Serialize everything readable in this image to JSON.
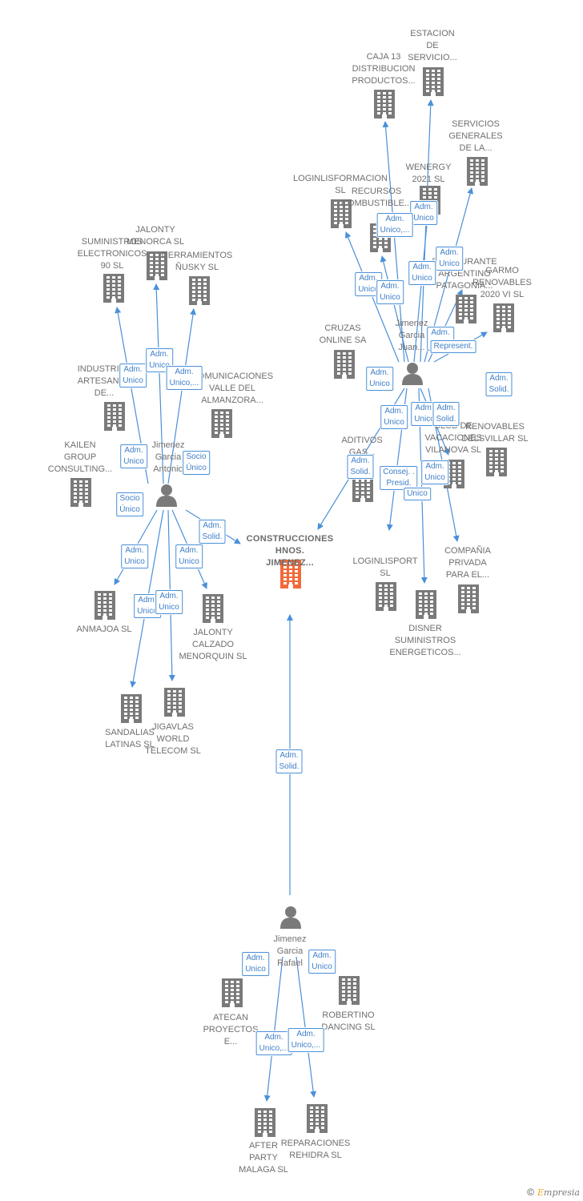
{
  "nodes": [
    {
      "id": "focus",
      "type": "company",
      "focus": true,
      "label": "CONSTRUCCIONES\nHNOS.\nJIMENEZ..."
    },
    {
      "id": "p_antonio",
      "type": "person",
      "label": "Jimenez\nGarcia\nAntonio"
    },
    {
      "id": "p_juan",
      "type": "person",
      "label": "Jimenez\nGarcia\nJuan..."
    },
    {
      "id": "p_rafael",
      "type": "person",
      "label": "Jimenez\nGarcia\nRafael"
    },
    {
      "id": "c_suministros",
      "type": "company",
      "label": "SUMINISTROS\nELECTRONICOS\n90  SL"
    },
    {
      "id": "c_jalonty_m",
      "type": "company",
      "label": "JALONTY\nMENORCA SL"
    },
    {
      "id": "c_cerramientos",
      "type": "company",
      "label": "CERRAMIENTOS\nÑUSKY  SL"
    },
    {
      "id": "c_industrias",
      "type": "company",
      "label": "INDUSTRIAS\nARTESANAS\nDE..."
    },
    {
      "id": "c_comunicaciones",
      "type": "company",
      "label": "COMUNICACIONES\nVALLE DEL\nALMANZORA..."
    },
    {
      "id": "c_kailen",
      "type": "company",
      "label": "KAILEN\nGROUP\nCONSULTING..."
    },
    {
      "id": "c_anmajoa",
      "type": "company",
      "label": "ANMAJOA SL"
    },
    {
      "id": "c_jalonty_c",
      "type": "company",
      "label": "JALONTY\nCALZADO\nMENORQUIN SL"
    },
    {
      "id": "c_sandalias",
      "type": "company",
      "label": "SANDALIAS\nLATINAS SL"
    },
    {
      "id": "c_jigavlas",
      "type": "company",
      "label": "JIGAVLAS\nWORLD\nTELECOM  SL"
    },
    {
      "id": "c_estacion",
      "type": "company",
      "label": "ESTACION\nDE\nSERVICIO..."
    },
    {
      "id": "c_caja13",
      "type": "company",
      "label": "CAJA 13\nDISTRIBUCION\nPRODUCTOS..."
    },
    {
      "id": "c_servicios",
      "type": "company",
      "label": "SERVICIOS\nGENERALES\nDE LA..."
    },
    {
      "id": "c_wenergy",
      "type": "company",
      "label": "WENERGY\n2021  SL"
    },
    {
      "id": "c_loginlinf",
      "type": "company",
      "label": "LOGINLISFORMACION\nSL"
    },
    {
      "id": "c_recursos",
      "type": "company",
      "label": "RECURSOS\nCOMBUSTIBLE..."
    },
    {
      "id": "c_restaurante",
      "type": "company",
      "label": "RESTAURANTE\nARGENTINO\nPATAGONIA..."
    },
    {
      "id": "c_garmo",
      "type": "company",
      "label": "GARMO\nRENOVABLES\n2020 VI  SL"
    },
    {
      "id": "c_cruzas",
      "type": "company",
      "label": "CRUZAS\nONLINE SA"
    },
    {
      "id": "c_aditivos",
      "type": "company",
      "label": "ADITIVOS\nGAS..."
    },
    {
      "id": "c_club",
      "type": "company",
      "label": "CLUB DE\nVACACIONES\nVILANOVA  SL"
    },
    {
      "id": "c_renovables",
      "type": "company",
      "label": "RENOVABLES\nDELSVILLAR SL"
    },
    {
      "id": "c_loginlisport",
      "type": "company",
      "label": "LOGINLISPORT\nSL"
    },
    {
      "id": "c_disner",
      "type": "company",
      "label": "DISNER\nSUMINISTROS\nENERGETICOS..."
    },
    {
      "id": "c_compania",
      "type": "company",
      "label": "COMPAÑIA\nPRIVADA\nPARA EL..."
    },
    {
      "id": "c_atecan",
      "type": "company",
      "label": "ATECAN\nPROYECTOS\nE..."
    },
    {
      "id": "c_robertino",
      "type": "company",
      "label": "ROBERTINO\nDANCING  SL"
    },
    {
      "id": "c_after",
      "type": "company",
      "label": "AFTER\nPARTY\nMALAGA  SL"
    },
    {
      "id": "c_reparaciones",
      "type": "company",
      "label": "REPARACIONES\nREHIDRA  SL"
    }
  ],
  "roles": [
    {
      "id": "r1",
      "text": "Adm.\nUnico"
    },
    {
      "id": "r2",
      "text": "Adm.\nUnico"
    },
    {
      "id": "r3",
      "text": "Adm.\nUnico,..."
    },
    {
      "id": "r4",
      "text": "Adm.\nUnico"
    },
    {
      "id": "r5",
      "text": "Socio\nÚnico"
    },
    {
      "id": "r6",
      "text": "Socio\nÚnico"
    },
    {
      "id": "r7",
      "text": "Adm.\nSolid."
    },
    {
      "id": "r8",
      "text": "Adm.\nUnico"
    },
    {
      "id": "r9",
      "text": "Adm.\nUnico"
    },
    {
      "id": "r10",
      "text": "Adm.\nUnico"
    },
    {
      "id": "r11",
      "text": "Adm.\nUnico"
    },
    {
      "id": "r12",
      "text": "Adm.\nUnico"
    },
    {
      "id": "r13",
      "text": "Adm.\nUnico,..."
    },
    {
      "id": "r14",
      "text": "Adm.\nUnico"
    },
    {
      "id": "r15",
      "text": "Adm.\nUnico"
    },
    {
      "id": "r16",
      "text": "Adm.\nUnico"
    },
    {
      "id": "r17",
      "text": "Adm.\nUnico"
    },
    {
      "id": "r18",
      "text": "Adm.\nUnico"
    },
    {
      "id": "r19",
      "text": "Represent."
    },
    {
      "id": "r20",
      "text": "Adm.\nUnico"
    },
    {
      "id": "r21",
      "text": "Adm.\nSolid."
    },
    {
      "id": "r22",
      "text": "Adm.\nUnico"
    },
    {
      "id": "r23",
      "text": "Adm.\nUnico"
    },
    {
      "id": "r24",
      "text": "Adm.\nSolid."
    },
    {
      "id": "r25",
      "text": "Adm.\nSolid."
    },
    {
      "id": "r26",
      "text": "Consej. .\nPresid."
    },
    {
      "id": "r27",
      "text": "Adm.\nUnico"
    },
    {
      "id": "r28",
      "text": "Unico"
    },
    {
      "id": "r29",
      "text": "Adm.\nSolid."
    },
    {
      "id": "r30",
      "text": "Adm.\nUnico"
    },
    {
      "id": "r31",
      "text": "Adm.\nUnico"
    },
    {
      "id": "r32",
      "text": "Adm.\nUnico,..."
    },
    {
      "id": "r33",
      "text": "Adm.\nUnico,..."
    }
  ],
  "footer": {
    "copyright": "©",
    "brand_first": "E",
    "brand_rest": "mpresia"
  },
  "colors": {
    "edge": "#4a90d9",
    "building": "#7a7a7a",
    "focus_building": "#f26b3a",
    "person": "#7a7a7a"
  }
}
